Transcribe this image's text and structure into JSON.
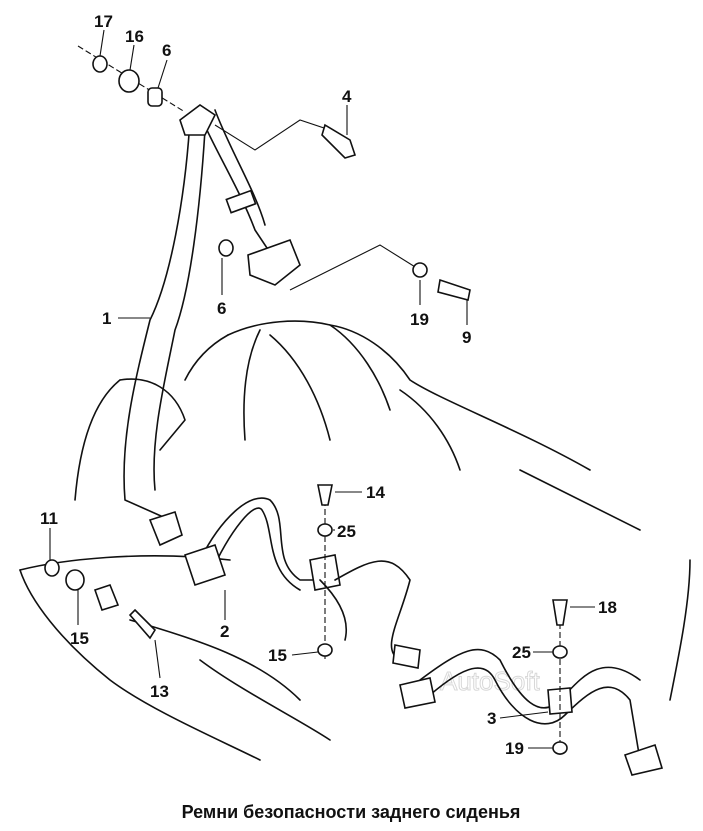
{
  "diagram": {
    "caption": "Ремни безопасности заднего сиденья",
    "watermark": "AutoSoft",
    "callouts": {
      "p17": "17",
      "p16": "16",
      "p6_top": "6",
      "p4": "4",
      "p6_mid": "6",
      "p1": "1",
      "p19_top": "19",
      "p9": "9",
      "p14": "14",
      "p25_mid": "25",
      "p11": "11",
      "p15_left": "15",
      "p2": "2",
      "p13": "13",
      "p15_mid": "15",
      "p18": "18",
      "p25_right": "25",
      "p3": "3",
      "p19_bottom": "19"
    }
  }
}
